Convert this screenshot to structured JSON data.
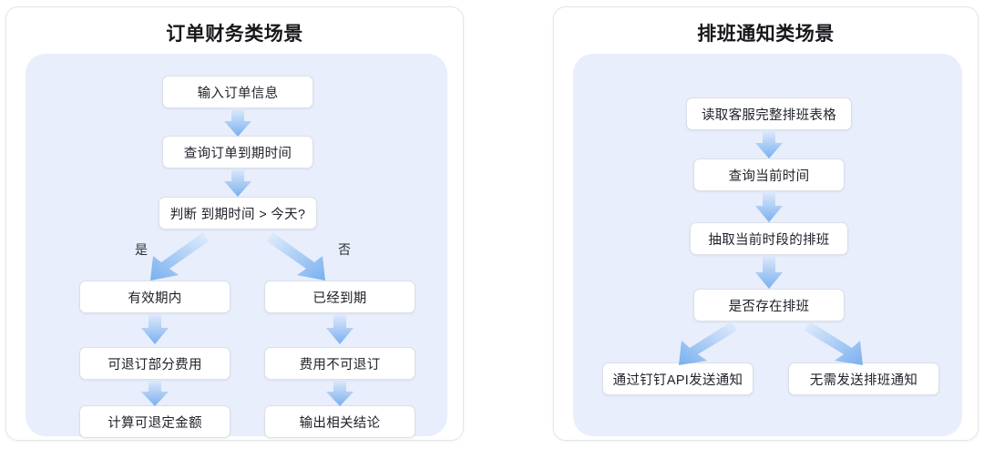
{
  "theme": {
    "page_background": "#ffffff",
    "card_background": "#ffffff",
    "card_border": "#e3e5e9",
    "panel_background": "#e8eefb",
    "node_background": "#ffffff",
    "node_border": "#dcdfe6",
    "node_text": "#20222a",
    "title_text": "#17181c",
    "arrow_light": "#dce8fa",
    "arrow_dark": "#79b0ef"
  },
  "panels": [
    {
      "id": "order-finance",
      "title": "订单财务类场景",
      "nodes": [
        {
          "id": "n1",
          "label": "输入订单信息"
        },
        {
          "id": "n2",
          "label": "查询订单到期时间"
        },
        {
          "id": "n3",
          "label": "判断 到期时间 > 今天?"
        },
        {
          "id": "n4",
          "label": "有效期内"
        },
        {
          "id": "n5",
          "label": "已经到期"
        },
        {
          "id": "n6",
          "label": "可退订部分费用"
        },
        {
          "id": "n7",
          "label": "费用不可退订"
        },
        {
          "id": "n8",
          "label": "计算可退定金额"
        },
        {
          "id": "n9",
          "label": "输出相关结论"
        }
      ],
      "branch_labels": [
        {
          "id": "yes",
          "label": "是"
        },
        {
          "id": "no",
          "label": "否"
        }
      ]
    },
    {
      "id": "shift-notification",
      "title": "排班通知类场景",
      "nodes": [
        {
          "id": "m1",
          "label": "读取客服完整排班表格"
        },
        {
          "id": "m2",
          "label": "查询当前时间"
        },
        {
          "id": "m3",
          "label": "抽取当前时段的排班"
        },
        {
          "id": "m4",
          "label": "是否存在排班"
        },
        {
          "id": "m5",
          "label": "通过钉钉API发送通知"
        },
        {
          "id": "m6",
          "label": "无需发送排班通知"
        }
      ],
      "branch_labels": []
    }
  ]
}
